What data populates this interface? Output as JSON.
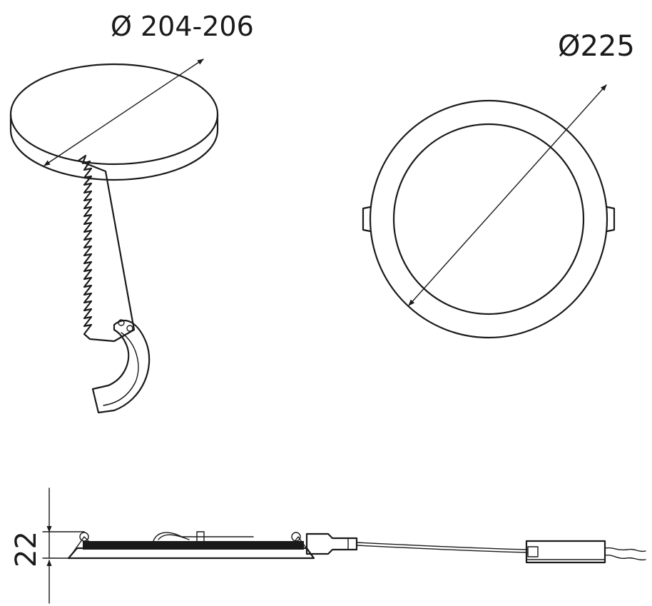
{
  "cutout": {
    "dimension_label": "Ø 204-206"
  },
  "panel_front": {
    "dimension_label": "Ø225"
  },
  "panel_side": {
    "height_label": "22"
  }
}
